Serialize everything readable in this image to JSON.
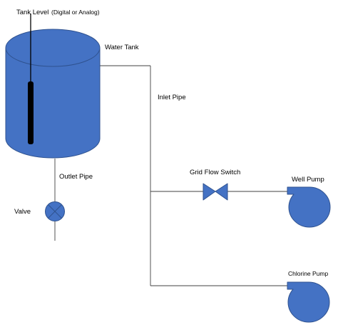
{
  "labels": {
    "tank_level": "Tank Level",
    "tank_level_type": "(Digital or Analog)",
    "water_tank": "Water Tank",
    "inlet_pipe": "Inlet Pipe",
    "outlet_pipe": "Outlet Pipe",
    "valve": "Valve",
    "grid_flow_switch": "Grid Flow Switch",
    "well_pump": "Well Pump",
    "chlorine_pump": "Chlorine Pump"
  },
  "colors": {
    "component_fill": "#4472c4",
    "component_stroke": "#2f528f",
    "level_sensor": "#000000",
    "pipe": "#404040",
    "background": "#ffffff"
  }
}
